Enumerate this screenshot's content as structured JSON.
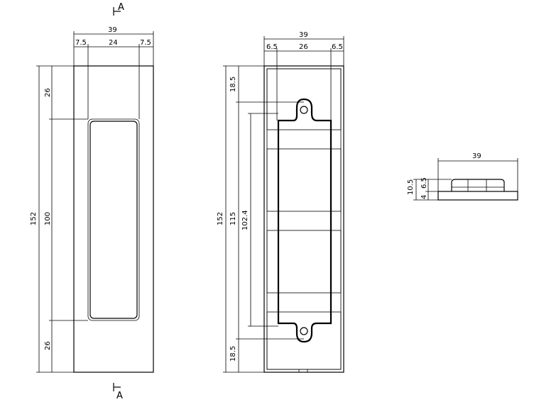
{
  "section_marker": {
    "label": "A"
  },
  "front_view": {
    "width_total": "39",
    "width_left": "7.5",
    "width_mid": "24",
    "width_right": "7.5",
    "height_total": "152",
    "height_top": "26",
    "height_mid": "100",
    "height_bottom": "26"
  },
  "back_view": {
    "width_total": "39",
    "width_left": "6.5",
    "width_mid": "26",
    "width_right": "6.5",
    "height_total": "152",
    "height_top": "18.5",
    "height_mid": "115",
    "height_inner": "102.4",
    "height_bottom": "18.5"
  },
  "side_view": {
    "width_total": "39",
    "height_total": "10.5",
    "height_upper": "6.5",
    "height_lower": "4"
  }
}
